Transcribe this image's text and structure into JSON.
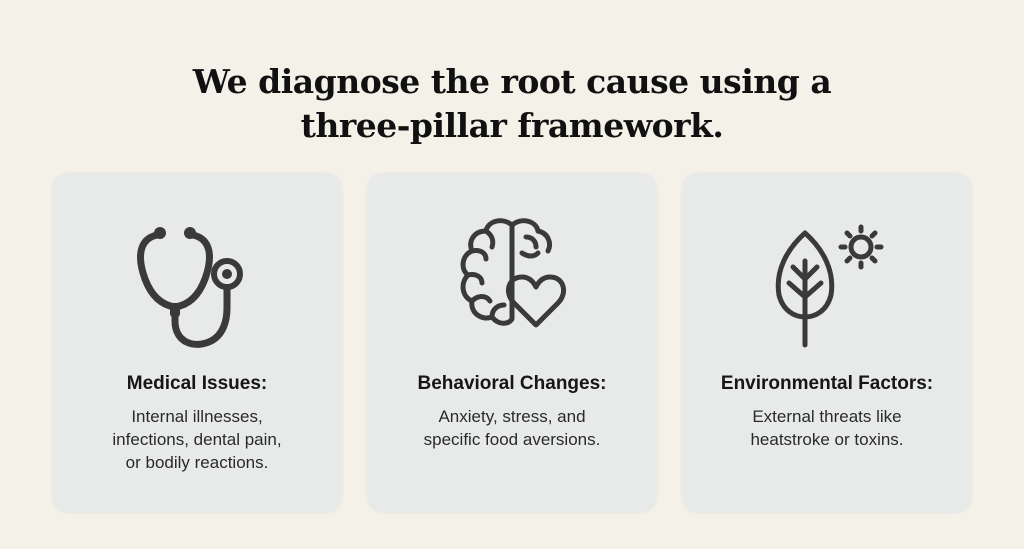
{
  "title": {
    "line1": "We diagnose the root cause using a",
    "line2": "three-pillar framework."
  },
  "pillars": [
    {
      "icon": "stethoscope-icon",
      "heading": "Medical Issues:",
      "description_lines": [
        "Internal illnesses,",
        "infections, dental pain,",
        "or bodily reactions."
      ]
    },
    {
      "icon": "brain-heart-icon",
      "heading": "Behavioral Changes:",
      "description_lines": [
        "Anxiety, stress, and",
        "specific food aversions."
      ]
    },
    {
      "icon": "leaf-sun-icon",
      "heading": "Environmental Factors:",
      "description_lines": [
        "External threats like",
        "heatstroke or toxins."
      ]
    }
  ],
  "colors": {
    "background": "#f3f1e8",
    "card": "#e8eaea",
    "icon": "#3a3a3a",
    "text": "#161616"
  }
}
